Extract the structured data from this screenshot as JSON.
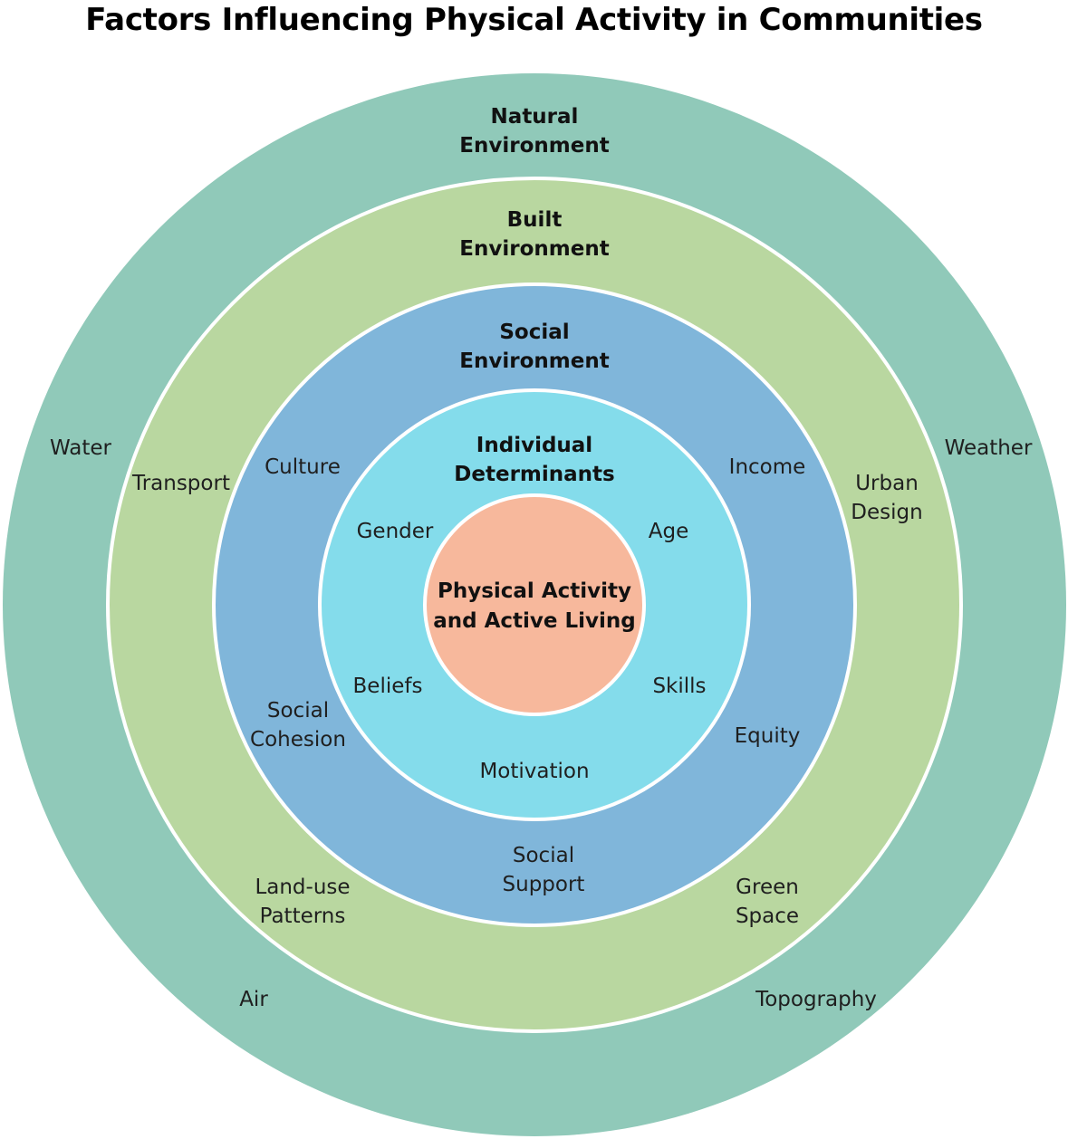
{
  "title": "Factors Influencing Physical Activity in Communities",
  "colors": {
    "natural": "#90c9b9",
    "built": "#b9d7a0",
    "social": "#80b6da",
    "individual": "#84dceb",
    "core": "#f7b89c",
    "border": "#ffffff"
  },
  "rings": {
    "natural": {
      "label_line1": "Natural",
      "label_line2": "Environment",
      "factors": {
        "water": "Water",
        "weather": "Weather",
        "air": "Air",
        "topography": "Topography"
      }
    },
    "built": {
      "label_line1": "Built",
      "label_line2": "Environment",
      "factors": {
        "transport": "Transport",
        "urban_design_line1": "Urban",
        "urban_design_line2": "Design",
        "land_use_line1": "Land-use",
        "land_use_line2": "Patterns",
        "green_space_line1": "Green",
        "green_space_line2": "Space"
      }
    },
    "social": {
      "label_line1": "Social",
      "label_line2": "Environment",
      "factors": {
        "culture": "Culture",
        "income": "Income",
        "social_cohesion_line1": "Social",
        "social_cohesion_line2": "Cohesion",
        "equity": "Equity",
        "social_support_line1": "Social",
        "social_support_line2": "Support"
      }
    },
    "individual": {
      "label_line1": "Individual",
      "label_line2": "Determinants",
      "factors": {
        "gender": "Gender",
        "age": "Age",
        "beliefs": "Beliefs",
        "skills": "Skills",
        "motivation": "Motivation"
      }
    },
    "core": {
      "label_line1": "Physical Activity",
      "label_line2": "and Active Living"
    }
  }
}
